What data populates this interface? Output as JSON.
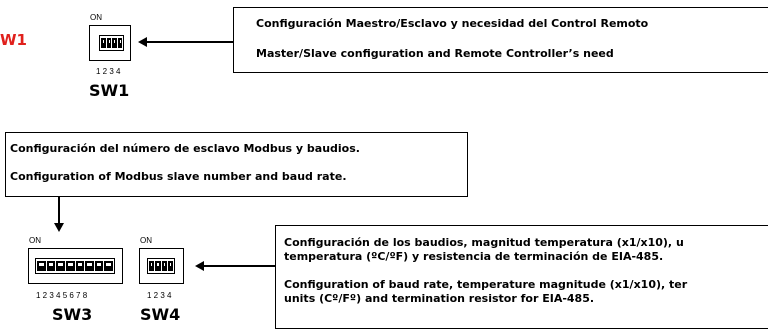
{
  "header_label": "W1",
  "sw1": {
    "on": "ON",
    "numbers": "1 2 3 4",
    "name": "SW1",
    "switch_count": 4
  },
  "sw3": {
    "on": "ON",
    "numbers": "1 2 3 4 5 6 7 8",
    "name": "SW3",
    "switch_count": 8
  },
  "sw4": {
    "on": "ON",
    "numbers": "1 2 3 4",
    "name": "SW4",
    "switch_count": 4
  },
  "box_master_slave": {
    "line_es": "Configuración Maestro/Esclavo y necesidad del Control Remoto",
    "line_en": "Master/Slave configuration and Remote Controller’s need"
  },
  "box_modbus": {
    "line_es": "Configuración del número de esclavo Modbus y baudios.",
    "line_en": "Configuration of Modbus slave number and baud rate."
  },
  "box_baud": {
    "line_es_1": "Configuración de los baudios, magnitud temperatura (x1/x10), u",
    "line_es_2": "temperatura (ºC/ºF) y resistencia de terminación de EIA-485.",
    "line_en_1": "Configuration of baud rate, temperature magnitude (x1/x10), ter",
    "line_en_2": "units (Cº/Fº) and termination resistor for EIA-485."
  }
}
